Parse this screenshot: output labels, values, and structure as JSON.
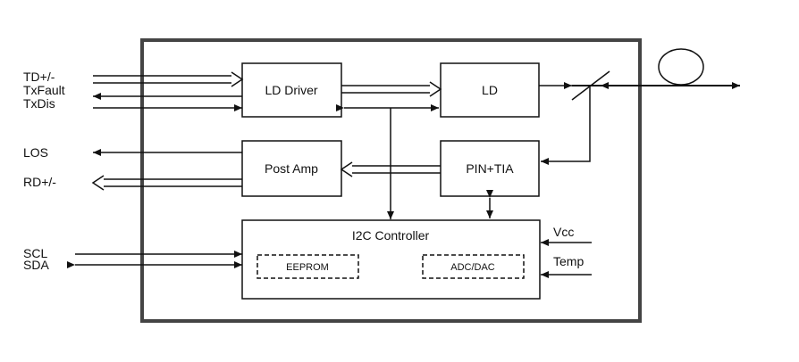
{
  "blocks": {
    "ld_driver": "LD Driver",
    "ld": "LD",
    "post_amp": "Post Amp",
    "pin_tia": "PIN+TIA",
    "i2c_controller": "I2C Controller",
    "eeprom": "EEPROM",
    "adc_dac": "ADC/DAC"
  },
  "signals": {
    "td": "TD+/-",
    "txfault": "TxFault",
    "txdis": "TxDis",
    "los": "LOS",
    "rd": "RD+/-",
    "scl": "SCL",
    "sda": "SDA",
    "vcc": "Vcc",
    "temp": "Temp"
  }
}
